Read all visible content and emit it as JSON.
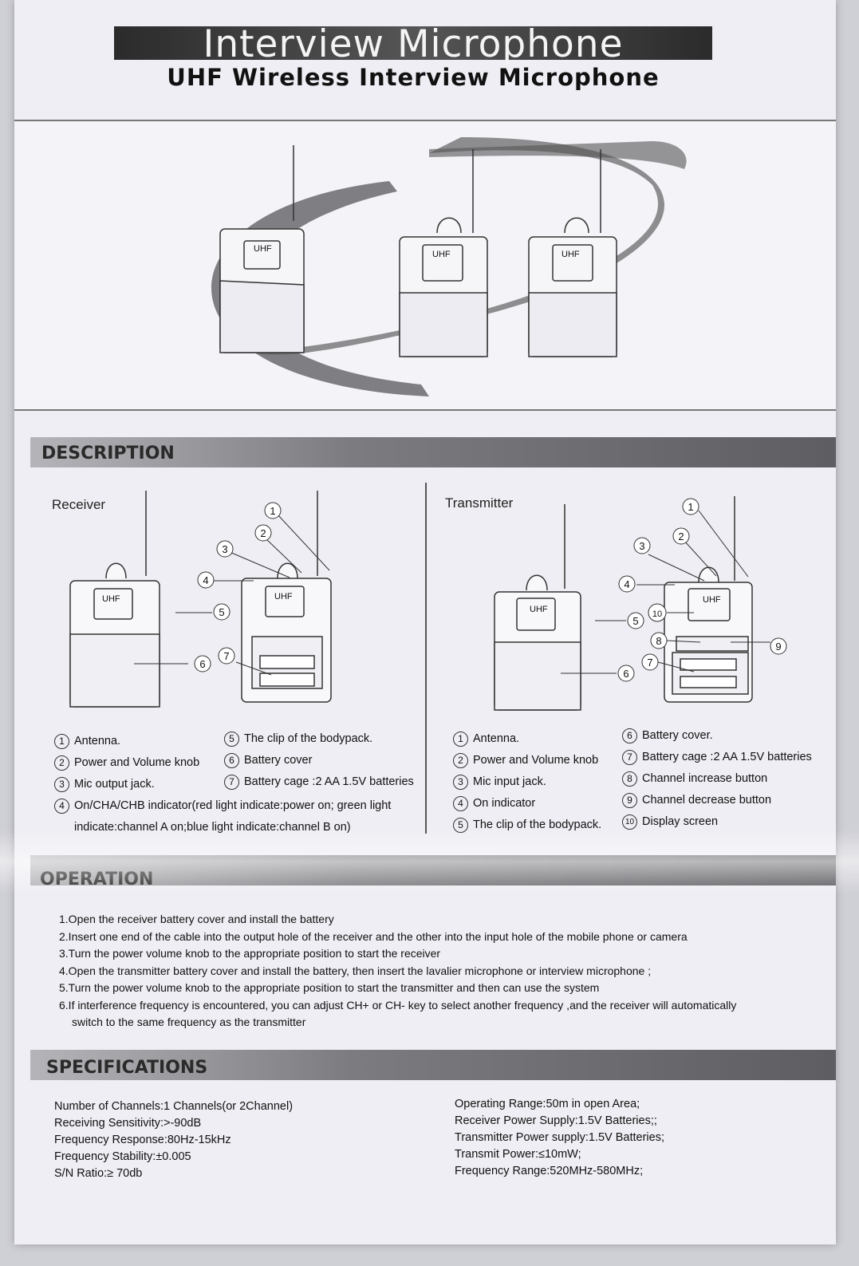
{
  "header": {
    "title": "Interview Microphone",
    "subtitle": "UHF Wireless Interview Microphone"
  },
  "hero": {
    "device_labels": [
      "UHF",
      "UHF",
      "UHF"
    ]
  },
  "description": {
    "heading": "DESCRIPTION",
    "receiver": {
      "label": "Receiver",
      "device_text": "UHF",
      "callouts": [
        "1",
        "2",
        "3",
        "4",
        "5",
        "6",
        "7"
      ],
      "legend": [
        {
          "n": "1",
          "text": "Antenna."
        },
        {
          "n": "2",
          "text": "Power and Volume knob"
        },
        {
          "n": "3",
          "text": "Mic output jack."
        },
        {
          "n": "4",
          "text": "On/CHA/CHB indicator(red light indicate:power on; green light"
        },
        {
          "n": "",
          "text": "indicate:channel A on;blue light indicate:channel B on)"
        },
        {
          "n": "5",
          "text": "The clip of the bodypack."
        },
        {
          "n": "6",
          "text": "Battery cover"
        },
        {
          "n": "7",
          "text": "Battery cage :2 AA 1.5V batteries"
        }
      ]
    },
    "transmitter": {
      "label": "Transmitter",
      "device_text": "UHF",
      "callouts": [
        "1",
        "2",
        "3",
        "4",
        "5",
        "6",
        "7",
        "8",
        "9",
        "10"
      ],
      "legend": [
        {
          "n": "1",
          "text": "Antenna."
        },
        {
          "n": "2",
          "text": "Power and Volume knob"
        },
        {
          "n": "3",
          "text": "Mic input jack."
        },
        {
          "n": "4",
          "text": "On indicator"
        },
        {
          "n": "5",
          "text": "The clip of the bodypack."
        },
        {
          "n": "6",
          "text": "Battery cover."
        },
        {
          "n": "7",
          "text": "Battery cage :2 AA 1.5V batteries"
        },
        {
          "n": "8",
          "text": "Channel increase button"
        },
        {
          "n": "9",
          "text": "Channel  decrease button"
        },
        {
          "n": "10",
          "text": "Display screen"
        }
      ]
    }
  },
  "operation": {
    "heading": "OPERATION",
    "steps": [
      "1.Open the receiver battery cover and install the battery",
      "2.Insert one end of the cable into the output hole of the receiver and the other into the input hole of the mobile phone or camera",
      "3.Turn the power volume  knob  to the appropriate position to start the receiver",
      "4.Open the transmitter battery cover and install the battery, then insert the lavalier microphone or interview microphone ;",
      "5.Turn the power volume  knob  to the appropriate position to start the transmitter and then can use the system",
      "6.If interference frequency is encountered, you can adjust CH+ or CH- key to select another frequency ,and the receiver will automatically",
      "switch to the same frequency as the transmitter"
    ]
  },
  "specifications": {
    "heading": "SPECIFICATIONS",
    "left": [
      "Number of Channels:1 Channels(or 2Channel)",
      "Receiving Sensitivity:>-90dB",
      "Frequency Response:80Hz-15kHz",
      "Frequency Stability:±0.005",
      "S/N Ratio:≥ 70db"
    ],
    "right": [
      "Operating Range:50m in open Area;",
      "Receiver Power Supply:1.5V Batteries;;",
      "Transmitter Power supply:1.5V Batteries;",
      "Transmit Power:≤10mW;",
      "Frequency Range:520MHz-580MHz;"
    ]
  }
}
